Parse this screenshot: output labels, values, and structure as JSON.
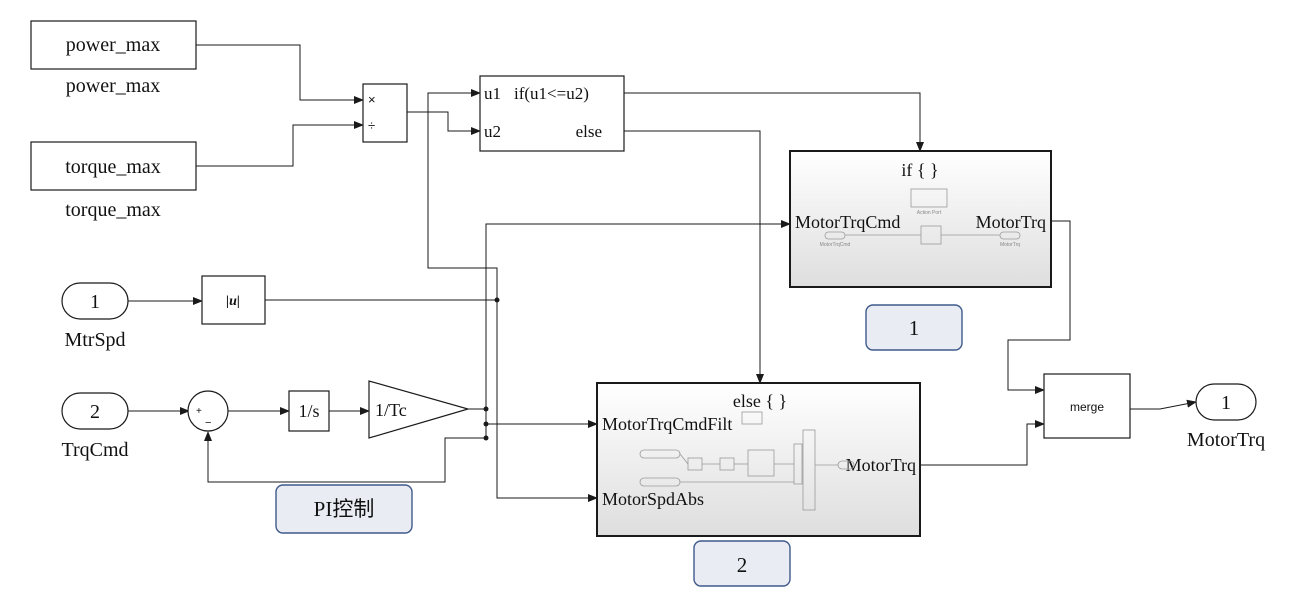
{
  "constants": {
    "power_max": {
      "value": "power_max",
      "label": "power_max"
    },
    "torque_max": {
      "value": "torque_max",
      "label": "torque_max"
    }
  },
  "product": {
    "op1": "×",
    "op2": "÷"
  },
  "if_block": {
    "in1": "u1",
    "in2": "u2",
    "cond": "if(u1<=u2)",
    "else": "else"
  },
  "inports": [
    {
      "num": "1",
      "name": "MtrSpd"
    },
    {
      "num": "2",
      "name": "TrqCmd"
    }
  ],
  "abs_block": {
    "label": "|u|"
  },
  "sum_block": {
    "plus": "+",
    "minus": "−"
  },
  "integrator": {
    "label": "1/s"
  },
  "gain": {
    "label": "1/Tc"
  },
  "subsystem_if": {
    "title": "if { }",
    "in_port": "MotorTrqCmd",
    "out_port": "MotorTrq",
    "inner_action": "Action Port",
    "inner_in": "MotorTrqCmd",
    "inner_out": "MotorTrq"
  },
  "subsystem_else": {
    "title": "else { }",
    "in_port1": "MotorTrqCmdFilt",
    "in_port2": "MotorSpdAbs",
    "out_port": "MotorTrq"
  },
  "merge": {
    "label": "merge"
  },
  "outport": {
    "num": "1",
    "name": "MotorTrq"
  },
  "annotations": {
    "pi": "PI控制",
    "box1": "1",
    "box2": "2"
  }
}
